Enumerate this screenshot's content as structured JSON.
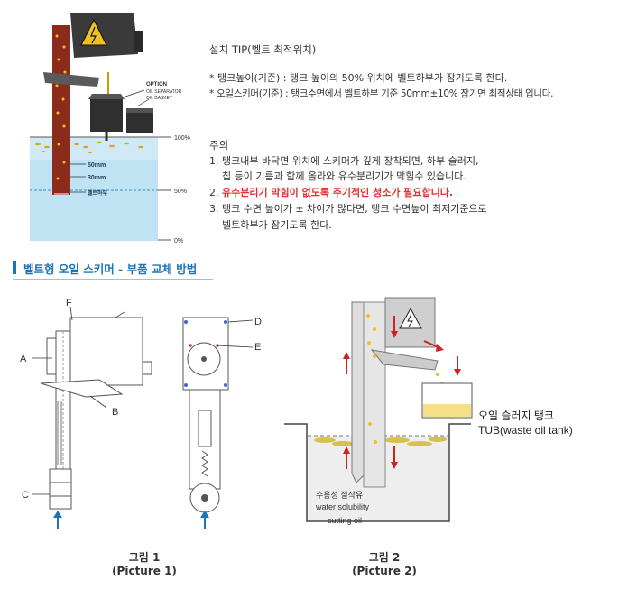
{
  "tip": {
    "title": "설치 TIP(벨트 최적위치)",
    "line1": "* 탱크높이(기준) :   탱크 높이의 50% 위치에 벨트하부가 잠기도록 한다.",
    "line2": "* 오일스키머(기준) :  탱크수면에서 벨트하부 기준 50mm±10% 잠기면 최적상태 입니다."
  },
  "caution": {
    "title": "주의",
    "item1a": "1. 탱크내부 바닥면 위치에 스키머가 깊게 장착되면,  하부 슬러지,",
    "item1b": "칩 등이 기름과 함께 올라와 유수분리기가 막힐수 있습니다.",
    "item2_prefix": "2. ",
    "item2_red": "유수분리기 막힘이 없도록 주기적인 청소가 필요합니다.",
    "item3a": "3. 탱크 수면 높이가 ± 차이가 많다면, 탱크 수면높이 최저기준으로",
    "item3b": "벨트하부가 잠기도록 한다."
  },
  "diagram_top": {
    "option": "OPTION",
    "oil_sep1": "OIL SEPARATOR",
    "oil_sep2": "OIL BASKET",
    "p100": "100%",
    "p50": "50%",
    "p0": "0%",
    "mm50": "50mm",
    "mm30": "30mm",
    "belt_bottom": "벨트하부"
  },
  "section": {
    "title": "벨트형 오일 스키머 - 부품 교체 방법"
  },
  "picture1": {
    "label_a": "A",
    "label_b": "B",
    "label_c": "C",
    "label_d": "D",
    "label_e": "E",
    "label_f": "F",
    "caption1": "그림 1",
    "caption2": "(Picture 1)"
  },
  "picture2": {
    "tank_ko": "오일 슬러지 탱크",
    "tank_en": "TUB(waste oil tank)",
    "liquid_ko": "수용성 절삭유",
    "liquid_en1": "water solubility",
    "liquid_en2": "cutting oil",
    "caption1": "그림 2",
    "caption2": "(Picture 2)"
  },
  "colors": {
    "accent_blue": "#1b73b8",
    "warning_red": "#e03030",
    "water_blue": "#bfe3f3",
    "oil_yellow": "#f0c020"
  }
}
